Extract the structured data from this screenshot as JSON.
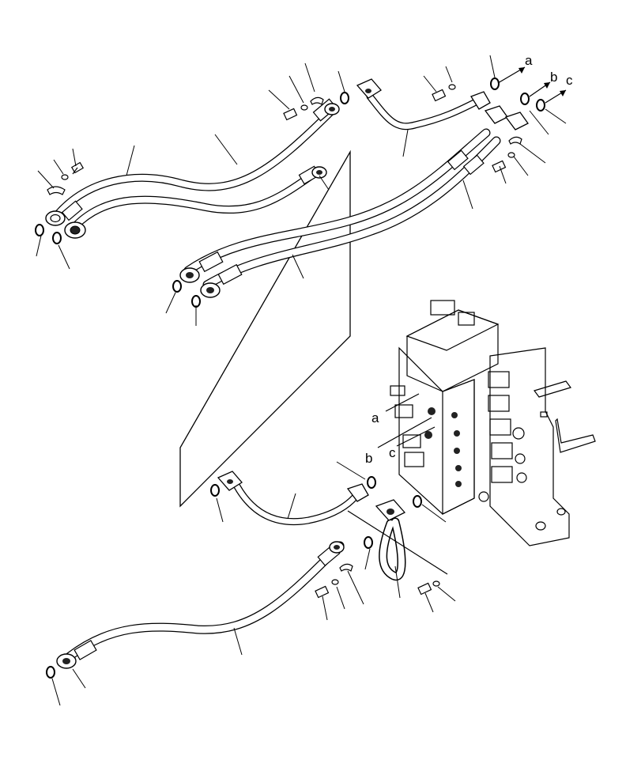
{
  "diagram": {
    "callouts": [
      {
        "id": "a",
        "text": "a"
      },
      {
        "id": "b",
        "text": "b"
      },
      {
        "id": "c",
        "text": "c"
      }
    ],
    "valve_callouts": [
      {
        "id": "a",
        "text": "a"
      },
      {
        "id": "b",
        "text": "b"
      },
      {
        "id": "c",
        "text": "c"
      }
    ],
    "line_color": "#000000",
    "background": "#ffffff"
  }
}
